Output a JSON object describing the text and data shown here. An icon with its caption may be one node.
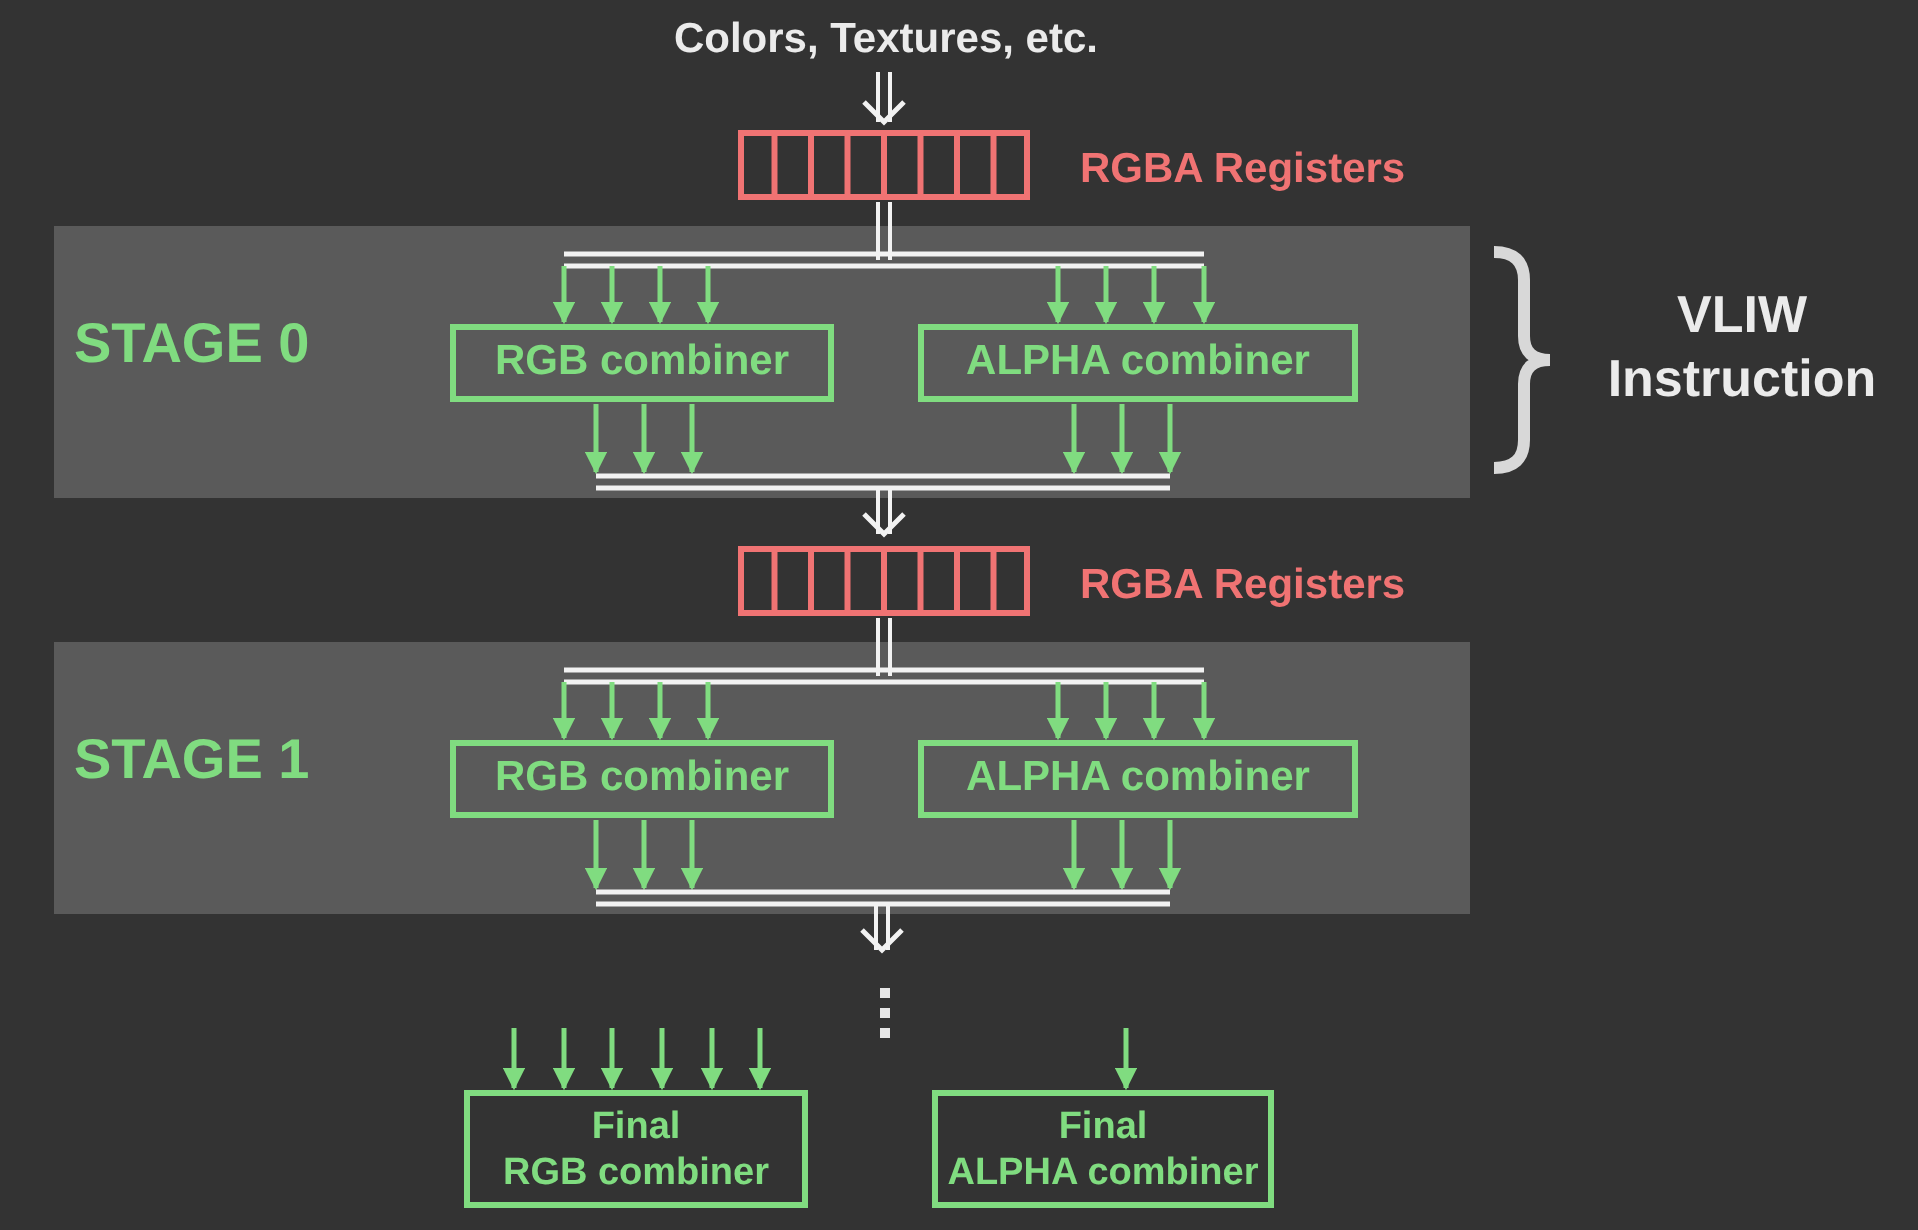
{
  "diagram": {
    "nodes": [
      {
        "text": [
          "Colors, Textures, etc."
        ]
      },
      {
        "text": [],
        "shape": "box",
        "beside": [
          "RGBA Registers"
        ]
      },
      {
        "text": [
          "STAGE 0"
        ]
      },
      {
        "text": [
          "RGB combiner"
        ],
        "in": 2
      },
      {
        "text": [
          "ALPHA combiner"
        ],
        "in": 2
      },
      {
        "text": [],
        "shape": "box",
        "beside": [
          "RGBA Registers"
        ]
      },
      {
        "text": [
          "STAGE 1"
        ]
      },
      {
        "text": [
          "RGB combiner"
        ],
        "in": 6
      },
      {
        "text": [
          "ALPHA combiner"
        ],
        "in": 6
      },
      {
        "text": [
          "Final",
          "RGB combiner"
        ]
      },
      {
        "text": [
          "Final",
          "ALPHA combiner"
        ]
      }
    ],
    "edges": [
      {
        "from": 0,
        "to": 1,
        "arrow": "to"
      },
      {
        "from": 1,
        "to": 3,
        "arrow": "to"
      },
      {
        "from": 1,
        "to": 4,
        "arrow": "to"
      },
      {
        "from": 3,
        "to": 5,
        "arrow": "to"
      },
      {
        "from": 4,
        "to": 5,
        "arrow": "to"
      },
      {
        "from": 5,
        "to": 7,
        "arrow": "to"
      },
      {
        "from": 5,
        "to": 8,
        "arrow": "to"
      },
      {
        "from": 7,
        "to": null,
        "arrow": "to"
      },
      {
        "from": 8,
        "to": null,
        "arrow": "to"
      },
      {
        "from": null,
        "to": 9,
        "arrow": "to",
        "color": "#80dc80"
      },
      {
        "from": null,
        "to": 10,
        "arrow": "to",
        "color": "#80dc80"
      }
    ],
    "labels": [
      "VLIW Instruction"
    ]
  }
}
